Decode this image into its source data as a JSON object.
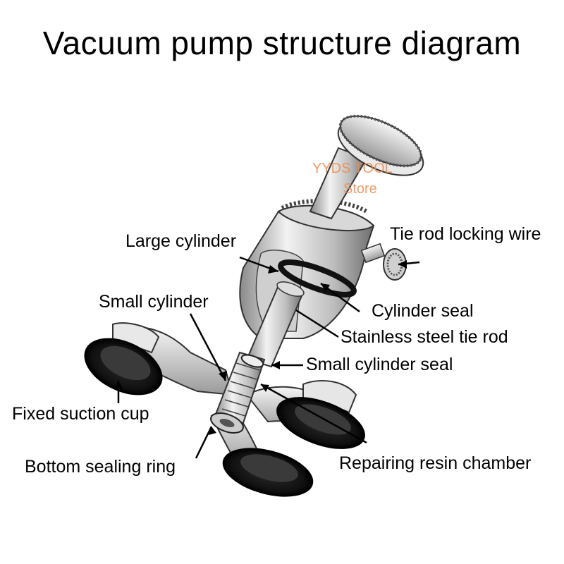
{
  "title": "Vacuum pump structure diagram",
  "watermark": {
    "line1": "YYDS TOOL",
    "line2": "Store"
  },
  "labels": {
    "large_cylinder": "Large cylinder",
    "tie_rod_locking_wire": "Tie rod locking wire",
    "small_cylinder": "Small cylinder",
    "cylinder_seal": "Cylinder seal",
    "stainless_steel_tie_rod": "Stainless steel tie rod",
    "small_cylinder_seal": "Small cylinder seal",
    "fixed_suction_cup": "Fixed suction cup",
    "bottom_sealing_ring": "Bottom sealing ring",
    "repairing_resin_chamber": "Repairing resin chamber"
  }
}
